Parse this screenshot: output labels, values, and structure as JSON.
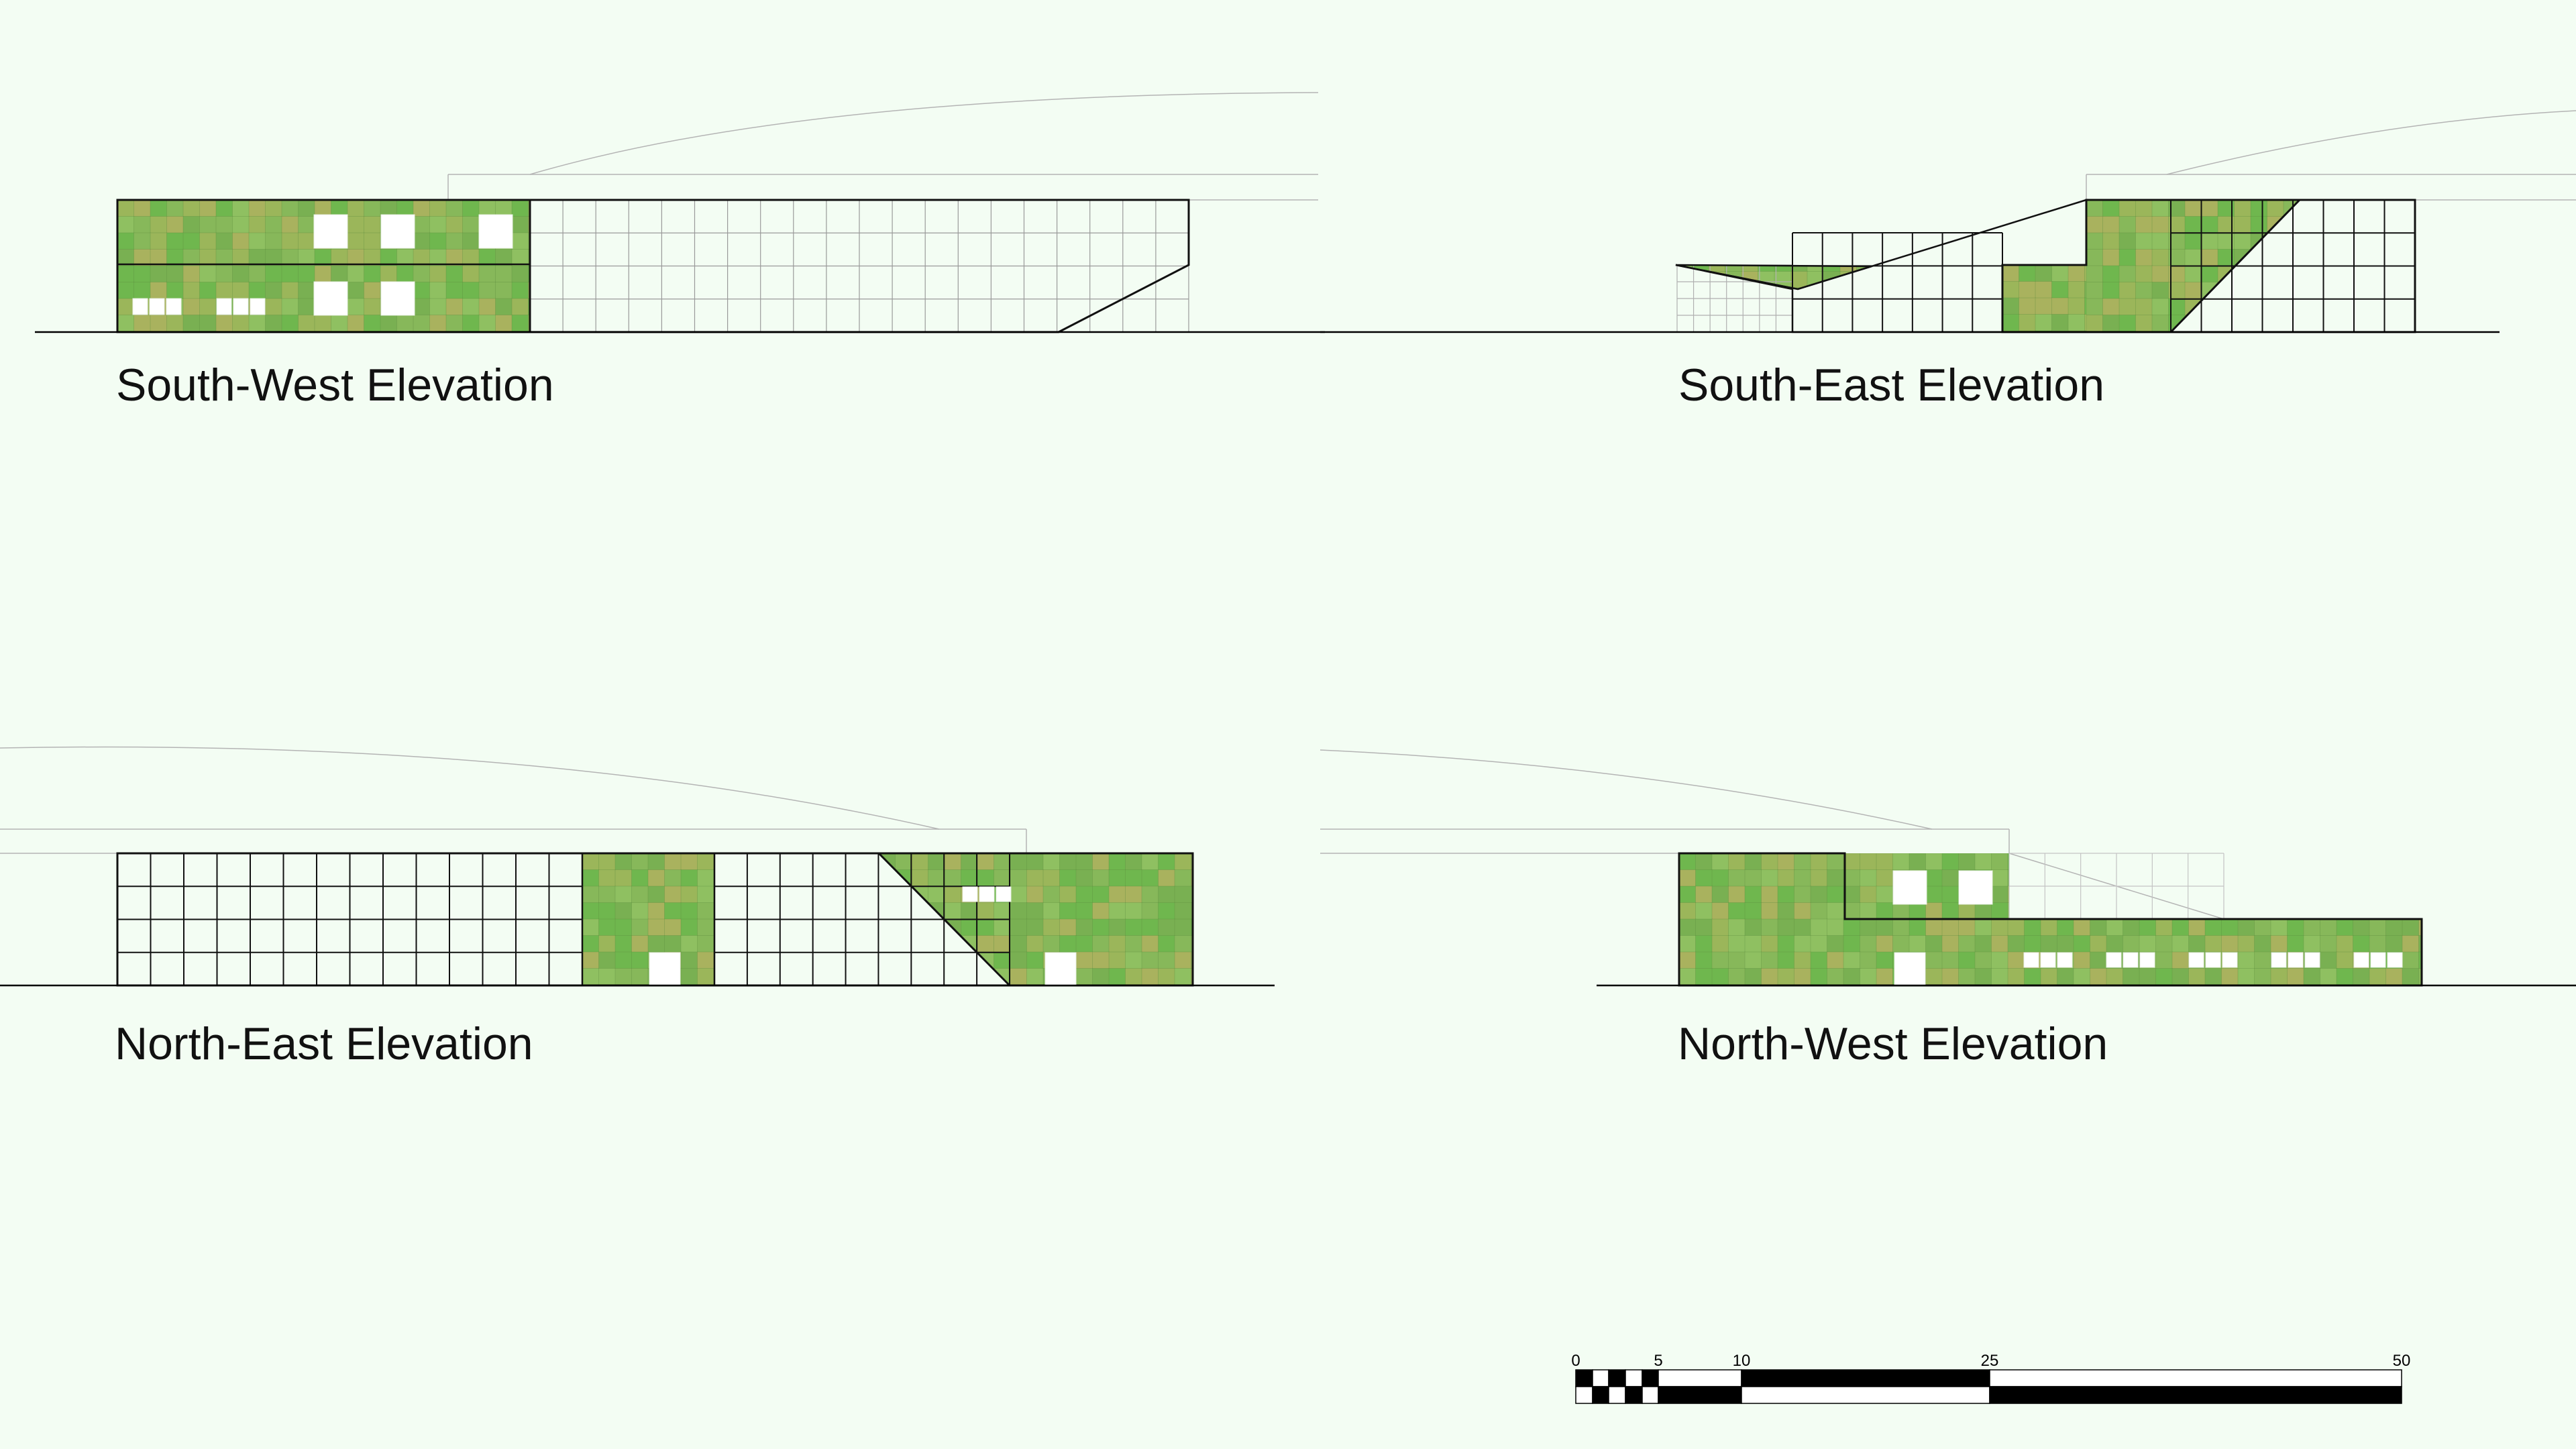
{
  "elevations": [
    {
      "id": "sw",
      "title": "South-West Elevation"
    },
    {
      "id": "se",
      "title": "South-East Elevation"
    },
    {
      "id": "ne",
      "title": "North-East Elevation"
    },
    {
      "id": "nw",
      "title": "North-West Elevation"
    }
  ],
  "scale_bar": {
    "unit_labels": [
      "0",
      "5",
      "10",
      "25",
      "50"
    ]
  },
  "colors": {
    "background": "#f3fdf3",
    "green_wall_palette": [
      "#6fb74e",
      "#87b85a",
      "#9bb65a",
      "#a9b25e",
      "#79b052",
      "#8fc061"
    ],
    "glazing_line": "#000000",
    "context_line": "#b4b4b4"
  }
}
